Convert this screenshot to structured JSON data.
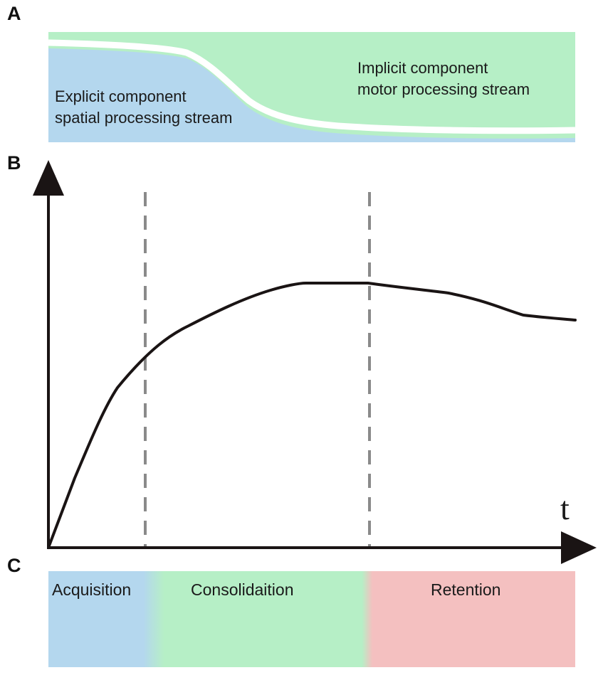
{
  "panels": {
    "a": "A",
    "b": "B",
    "c": "C"
  },
  "colors": {
    "explicit": "#b4d7ee",
    "implicit": "#b6efc6",
    "retention": "#f4c0c0",
    "curve": "#1a1414",
    "divider": "#8a8a8a"
  },
  "panel_a": {
    "explicit_line1": "Explicit component",
    "explicit_line2": "spatial processing stream",
    "implicit_line1": "Implicit component",
    "implicit_line2": "motor processing stream"
  },
  "panel_b": {
    "x_axis_label": "t"
  },
  "panel_c": {
    "phases": [
      {
        "label": "Acquisition"
      },
      {
        "label": "Consolidaition"
      },
      {
        "label": "Retention"
      }
    ]
  }
}
